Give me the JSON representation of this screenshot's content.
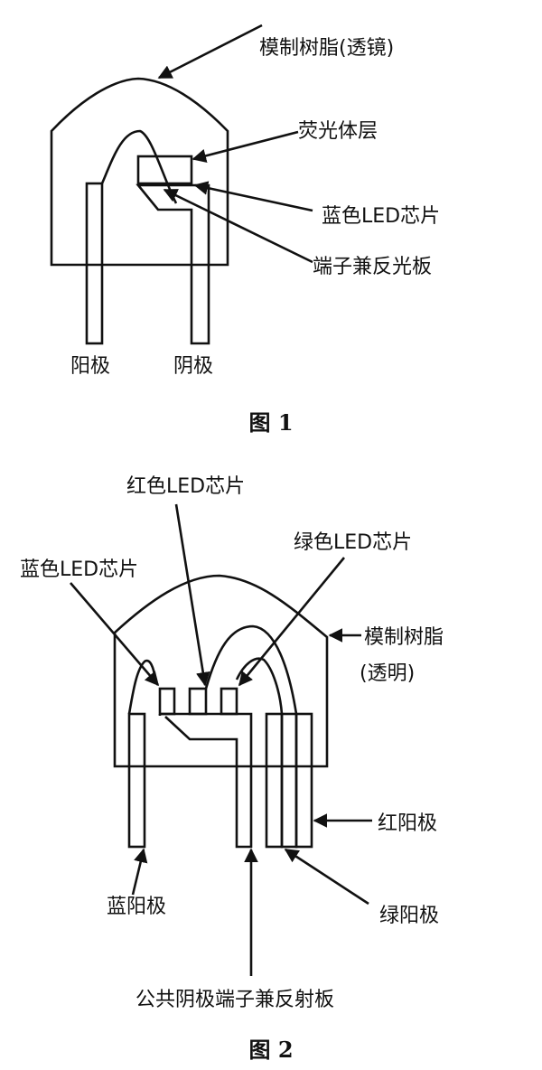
{
  "figure1": {
    "caption": "图  1",
    "labels": {
      "resin_lens": "模制树脂(透镜)",
      "phosphor": "荧光体层",
      "blue_chip": "蓝色LED芯片",
      "reflector": "端子兼反光板",
      "anode": "阳极",
      "cathode": "阴极"
    }
  },
  "figure2": {
    "caption": "图  2",
    "labels": {
      "red_chip": "红色LED芯片",
      "green_chip": "绿色LED芯片",
      "blue_chip": "蓝色LED芯片",
      "resin": "模制树脂",
      "resin_note": "(透明)",
      "red_anode": "红阳极",
      "blue_anode": "蓝阳极",
      "green_anode": "绿阳极",
      "common_cathode": "公共阴极端子兼反射板"
    }
  }
}
